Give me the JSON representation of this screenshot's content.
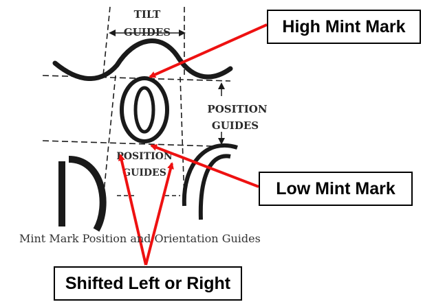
{
  "figure": {
    "tilt_guides_label": [
      "TILT",
      "GUIDES"
    ],
    "position_guides_right_label": [
      "POSITION",
      "GUIDES"
    ],
    "position_guides_bottom_label": [
      "POSITION",
      "GUIDES"
    ],
    "mint_mark": "0",
    "caption": "Mint Mark Position and Orientation Guides"
  },
  "callouts": {
    "high": "High Mint Mark",
    "low": "Low Mint Mark",
    "shift": "Shifted Left or Right"
  },
  "colors": {
    "arrow": "#ee1111",
    "ink": "#1a1a1a",
    "callout_border": "#000000"
  }
}
